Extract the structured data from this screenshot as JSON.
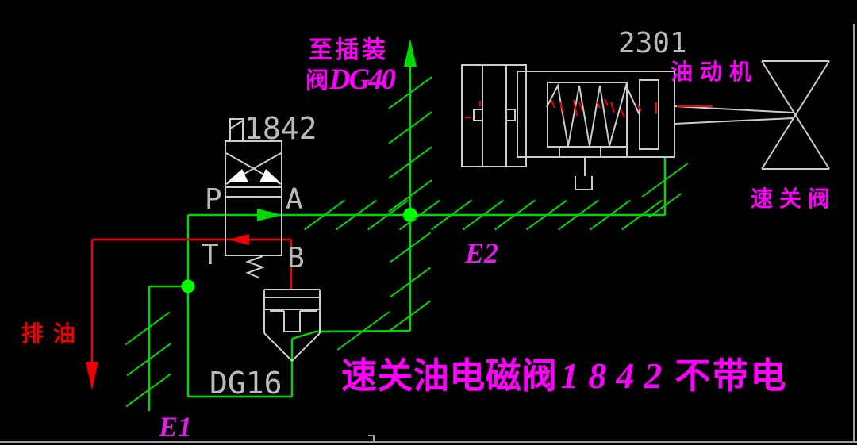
{
  "colors": {
    "bg": "#000000",
    "green": "#00d900",
    "green_bright": "#00ff00",
    "red": "#f00000",
    "magenta": "#ff00ff",
    "purple": "#e21ee8",
    "gray_line": "#cccccc",
    "gray_text": "#bababa",
    "border": "#9aa0a4",
    "white": "#ffffff"
  },
  "labels": {
    "dest_line1": "至插装",
    "dest_line2_cjk": "阀",
    "dest_line2_code": "DG40",
    "solenoid_valve_id": "1842",
    "servo_id": "2301",
    "oil_motor": "油动机",
    "quick_close_valve": "速关阀",
    "drain_oil": "排油",
    "cartridge_valve_id": "DG16",
    "node_e1": "E1",
    "node_e2": "E2",
    "port_p": "P",
    "port_a": "A",
    "port_t": "T",
    "port_b": "B"
  },
  "caption": {
    "prefix": "速关油电磁阀",
    "valve_number": "1842",
    "suffix": "不带电"
  }
}
